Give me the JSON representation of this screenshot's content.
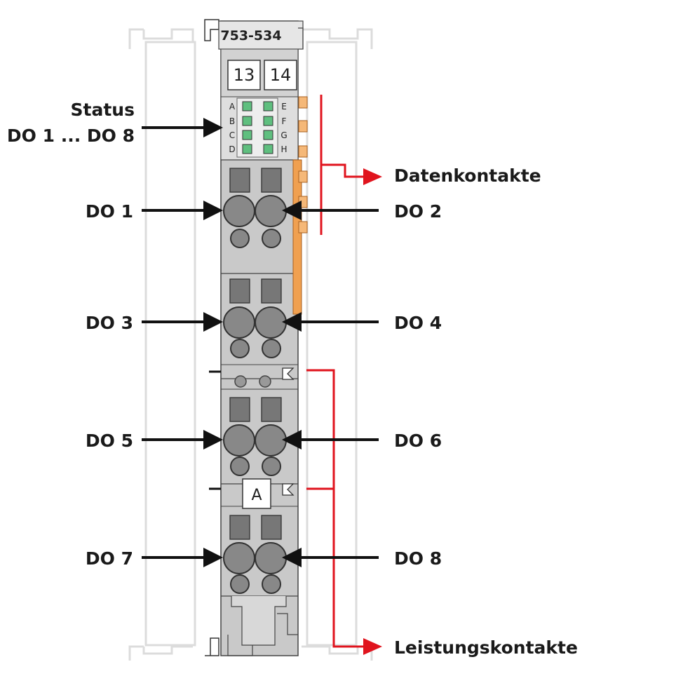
{
  "module": {
    "part_number": "753-534",
    "marker_left": "13",
    "marker_right": "14",
    "coding_label": "A"
  },
  "leds": {
    "left_letters": [
      "A",
      "B",
      "C",
      "D"
    ],
    "right_letters": [
      "E",
      "F",
      "G",
      "H"
    ],
    "led_color": "#5fbf7f"
  },
  "labels": {
    "status_line1": "Status",
    "status_line2": "DO 1 ... DO 8",
    "do1": "DO 1",
    "do2": "DO 2",
    "do3": "DO 3",
    "do4": "DO 4",
    "do5": "DO 5",
    "do6": "DO 6",
    "do7": "DO 7",
    "do8": "DO 8",
    "data_contacts": "Datenkontakte",
    "power_contacts": "Leistungskontakte"
  },
  "colors": {
    "housing": "#c9c9c9",
    "terminal": "#7a7a7a",
    "data_contact": "#f0a050",
    "annotation": "#e0141e",
    "arrow": "#111111"
  }
}
